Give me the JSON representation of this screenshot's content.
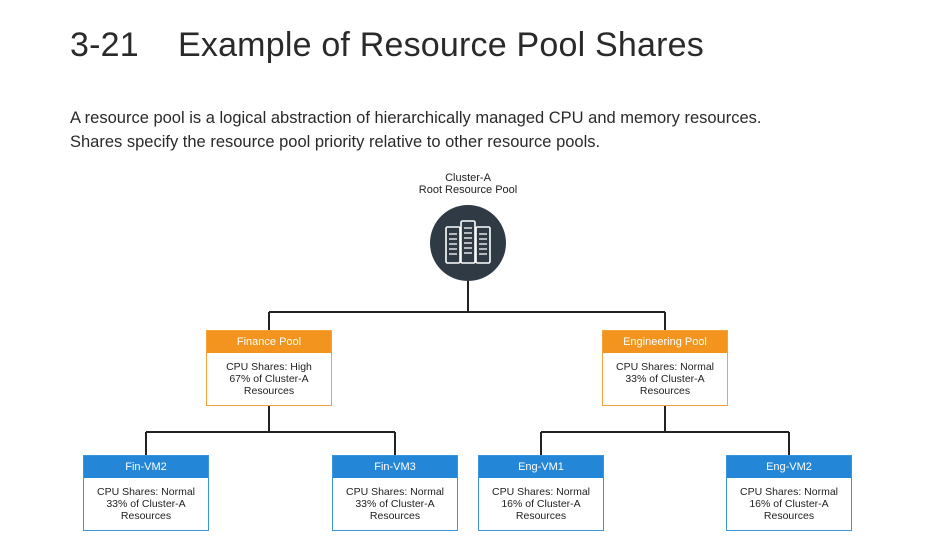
{
  "header": {
    "number": "3-21",
    "title": "Example of Resource Pool Shares"
  },
  "description": {
    "line1": "A resource pool is a logical abstraction of hierarchically managed CPU and memory resources.",
    "line2": "Shares specify the resource pool priority relative to other resource pools."
  },
  "diagram": {
    "root": {
      "line1": "Cluster-A",
      "line2": "Root Resource Pool",
      "icon": "server-rack-icon"
    },
    "pools": [
      {
        "name": "Finance Pool",
        "line1": "CPU Shares: High",
        "line2": "67% of Cluster-A",
        "line3": "Resources"
      },
      {
        "name": "Engineering Pool",
        "line1": "CPU Shares: Normal",
        "line2": "33% of Cluster-A",
        "line3": "Resources"
      }
    ],
    "vms": [
      {
        "name": "Fin-VM2",
        "line1": "CPU Shares: Normal",
        "line2": "33% of Cluster-A",
        "line3": "Resources"
      },
      {
        "name": "Fin-VM3",
        "line1": "CPU Shares: Normal",
        "line2": "33% of Cluster-A",
        "line3": "Resources"
      },
      {
        "name": "Eng-VM1",
        "line1": "CPU Shares: Normal",
        "line2": "16% of Cluster-A",
        "line3": "Resources"
      },
      {
        "name": "Eng-VM2",
        "line1": "CPU Shares: Normal",
        "line2": "16% of Cluster-A",
        "line3": "Resources"
      }
    ],
    "colors": {
      "pool_header": "#f2941e",
      "vm_header": "#2386d6",
      "root_icon": "#2f3a45",
      "connector": "#222222"
    }
  }
}
